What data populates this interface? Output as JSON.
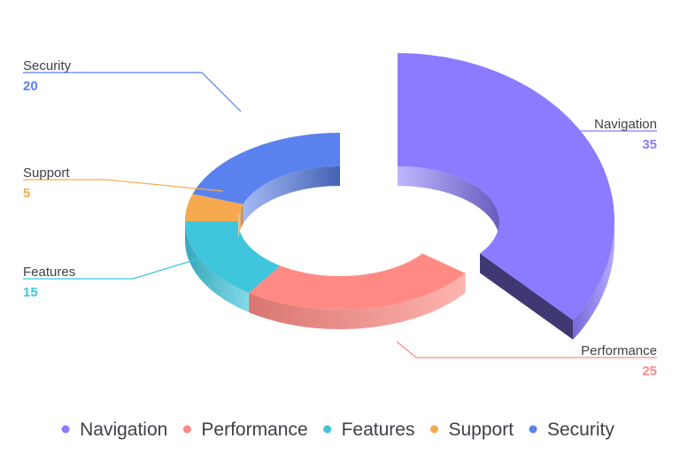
{
  "chart_data": {
    "type": "pie",
    "variant": "3d-donut",
    "title": "",
    "categories": [
      "Navigation",
      "Performance",
      "Features",
      "Support",
      "Security"
    ],
    "values": [
      35,
      25,
      15,
      5,
      20
    ],
    "colors": [
      "#8b7cff",
      "#ff8a84",
      "#3fc6dc",
      "#f6a94e",
      "#5a82ee"
    ],
    "exploded": "Navigation",
    "legend": {
      "position": "bottom",
      "entries": [
        "Navigation",
        "Performance",
        "Features",
        "Support",
        "Security"
      ]
    }
  }
}
